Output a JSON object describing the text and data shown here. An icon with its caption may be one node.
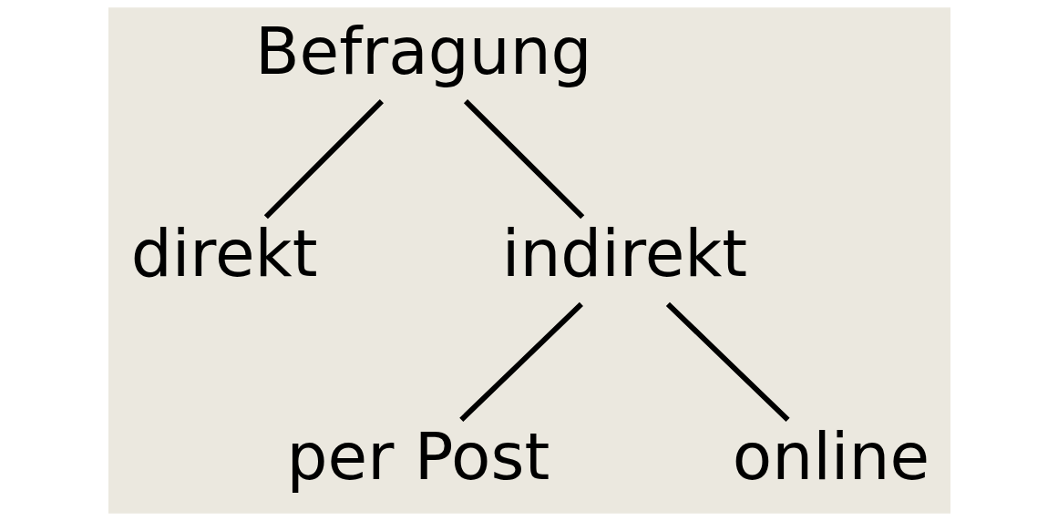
{
  "diagram": {
    "nodes": [
      {
        "text": [
          "Befragung"
        ]
      },
      {
        "text": [
          "direkt"
        ]
      },
      {
        "text": [
          "indirekt"
        ]
      },
      {
        "text": [
          "per Post"
        ]
      },
      {
        "text": [
          "online"
        ]
      }
    ],
    "edges": [
      {
        "from": 0,
        "to": 1,
        "arrow": "none"
      },
      {
        "from": 0,
        "to": 2,
        "arrow": "none"
      },
      {
        "from": 2,
        "to": 3,
        "arrow": "none"
      },
      {
        "from": 2,
        "to": 4,
        "arrow": "none"
      }
    ]
  }
}
